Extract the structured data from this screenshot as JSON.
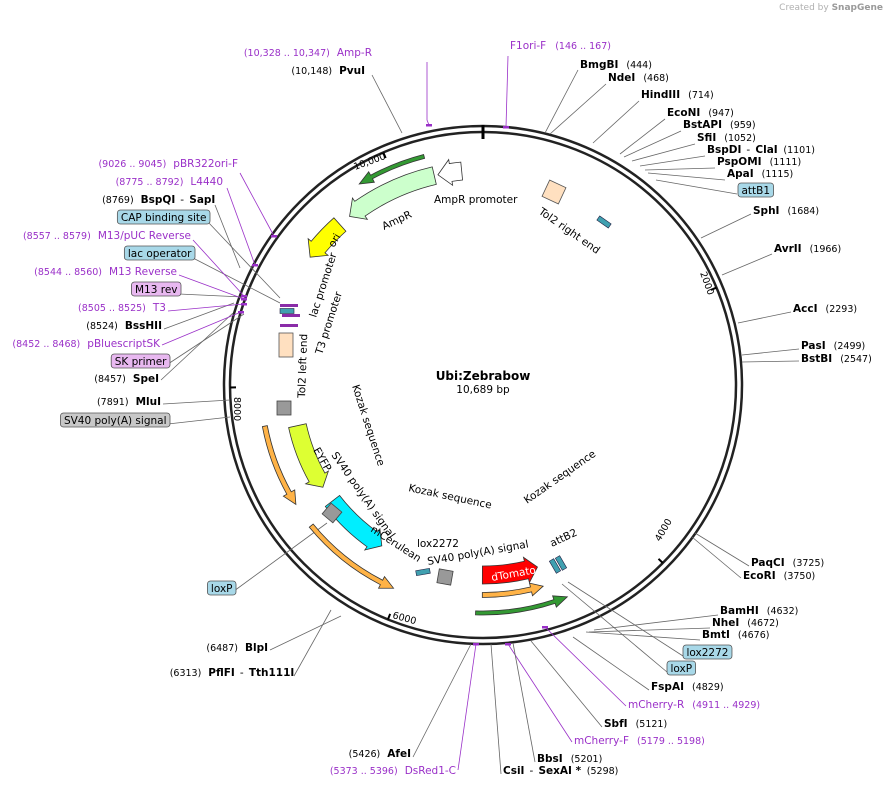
{
  "header": {
    "credit_prefix": "Created by",
    "credit_brand": "SnapGene"
  },
  "plasmid": {
    "name": "Ubi:Zebrabow",
    "length": "10,689 bp"
  },
  "colors": {
    "primer": "#9a30c8",
    "site": "#000000",
    "leader": "#555555",
    "ampr_fill": "#ccffcc",
    "ori_fill": "#ffff00",
    "eyfp_fill": "#ddff33",
    "mcerulean_fill": "#00eeff",
    "dtomato_fill": "#ff0000",
    "promoter_fill": "#ffffff",
    "tol2_fill": "#ffe0c0",
    "kozak_fill": "#999999",
    "orange_arrow": "#ffb347",
    "green_arrow": "#339933"
  },
  "ticks": [
    {
      "label": "2000",
      "bp": 2000
    },
    {
      "label": "4000",
      "bp": 4000
    },
    {
      "label": "6000",
      "bp": 6000
    },
    {
      "label": "8000",
      "bp": 8000
    },
    {
      "label": "10,000",
      "bp": 10000
    }
  ],
  "labels": [
    {
      "id": "ampr-primer",
      "kind": "primer",
      "range": "(10,328 .. 10,347)",
      "name": "Amp-R"
    },
    {
      "id": "pvui",
      "kind": "site",
      "pos": "(10,148)",
      "name": "PvuI"
    },
    {
      "id": "f1ori-f",
      "kind": "primer",
      "range": "(146 .. 167)",
      "name": "F1ori-F"
    },
    {
      "id": "bmgbi",
      "kind": "site",
      "pos": "(444)",
      "name": "BmgBI"
    },
    {
      "id": "ndei",
      "kind": "site",
      "pos": "(468)",
      "name": "NdeI"
    },
    {
      "id": "hindiii",
      "kind": "site",
      "pos": "(714)",
      "name": "HindIII"
    },
    {
      "id": "econi",
      "kind": "site",
      "pos": "(947)",
      "name": "EcoNI"
    },
    {
      "id": "bstapi",
      "kind": "site",
      "pos": "(959)",
      "name": "BstAPI"
    },
    {
      "id": "sfii",
      "kind": "site",
      "pos": "(1052)",
      "name": "SfiI"
    },
    {
      "id": "bspdi-clai",
      "kind": "site",
      "pos": "(1101)",
      "name": "BspDI",
      "name2": "ClaI"
    },
    {
      "id": "pspomi",
      "kind": "site",
      "pos": "(1111)",
      "name": "PspOMI"
    },
    {
      "id": "apai",
      "kind": "site",
      "pos": "(1115)",
      "name": "ApaI"
    },
    {
      "id": "attb1",
      "kind": "feature",
      "name": "attB1"
    },
    {
      "id": "sphi",
      "kind": "site",
      "pos": "(1684)",
      "name": "SphI"
    },
    {
      "id": "avrii",
      "kind": "site",
      "pos": "(1966)",
      "name": "AvrII"
    },
    {
      "id": "acci",
      "kind": "site",
      "pos": "(2293)",
      "name": "AccI"
    },
    {
      "id": "pasi",
      "kind": "site",
      "pos": "(2499)",
      "name": "PasI"
    },
    {
      "id": "bstbi",
      "kind": "site",
      "pos": "(2547)",
      "name": "BstBI"
    },
    {
      "id": "paqci",
      "kind": "site",
      "pos": "(3725)",
      "name": "PaqCI"
    },
    {
      "id": "ecori",
      "kind": "site",
      "pos": "(3750)",
      "name": "EcoRI"
    },
    {
      "id": "bamhi",
      "kind": "site",
      "pos": "(4632)",
      "name": "BamHI"
    },
    {
      "id": "nhei",
      "kind": "site",
      "pos": "(4672)",
      "name": "NheI"
    },
    {
      "id": "bmti",
      "kind": "site",
      "pos": "(4676)",
      "name": "BmtI"
    },
    {
      "id": "lox2272-tag",
      "kind": "feature",
      "name": "lox2272"
    },
    {
      "id": "loxp-tag-right",
      "kind": "feature",
      "name": "loxP"
    },
    {
      "id": "fspai",
      "kind": "site",
      "pos": "(4829)",
      "name": "FspAI"
    },
    {
      "id": "mcherry-r",
      "kind": "primer",
      "range": "(4911 .. 4929)",
      "name": "mCherry-R"
    },
    {
      "id": "sbfi",
      "kind": "site",
      "pos": "(5121)",
      "name": "SbfI"
    },
    {
      "id": "mcherry-f",
      "kind": "primer",
      "range": "(5179 .. 5198)",
      "name": "mCherry-F"
    },
    {
      "id": "bbsi",
      "kind": "site",
      "pos": "(5201)",
      "name": "BbsI"
    },
    {
      "id": "csii-sexai",
      "kind": "site",
      "pos": "(5298)",
      "name": "CsiI",
      "name2": "SexAI *"
    },
    {
      "id": "afei",
      "kind": "site",
      "pos": "(5426)",
      "name": "AfeI"
    },
    {
      "id": "dsred1-c",
      "kind": "primer",
      "range": "(5373 .. 5396)",
      "name": "DsRed1-C"
    },
    {
      "id": "pfifi-tth111i",
      "kind": "site",
      "pos": "(6313)",
      "name": "PflFI",
      "name2": "Tth111I"
    },
    {
      "id": "blpi",
      "kind": "site",
      "pos": "(6487)",
      "name": "BlpI"
    },
    {
      "id": "loxp-tag-left",
      "kind": "feature",
      "name": "loxP"
    },
    {
      "id": "sv40-tag",
      "kind": "featuregray",
      "name": "SV40 poly(A) signal"
    },
    {
      "id": "mlui",
      "kind": "site",
      "pos": "(7891)",
      "name": "MluI"
    },
    {
      "id": "spei",
      "kind": "site",
      "pos": "(8457)",
      "name": "SpeI"
    },
    {
      "id": "sk-primer",
      "kind": "featurepurple",
      "name": "SK primer"
    },
    {
      "id": "pbluescriptsk",
      "kind": "primer",
      "range": "(8452 .. 8468)",
      "name": "pBluescriptSK"
    },
    {
      "id": "bsshii",
      "kind": "site",
      "pos": "(8524)",
      "name": "BssHII"
    },
    {
      "id": "t3",
      "kind": "primer",
      "range": "(8505 .. 8525)",
      "name": "T3"
    },
    {
      "id": "m13rev",
      "kind": "featurepurple",
      "name": "M13 rev"
    },
    {
      "id": "m13reverse",
      "kind": "primer",
      "range": "(8544 .. 8560)",
      "name": "M13 Reverse"
    },
    {
      "id": "lac-operator",
      "kind": "feature",
      "name": "lac operator"
    },
    {
      "id": "m13puc",
      "kind": "primer",
      "range": "(8557 .. 8579)",
      "name": "M13/pUC Reverse"
    },
    {
      "id": "cap-site",
      "kind": "feature",
      "name": "CAP binding site"
    },
    {
      "id": "bspqi-sapi",
      "kind": "site",
      "pos": "(8769)",
      "name": "BspQI",
      "name2": "SapI"
    },
    {
      "id": "l4440",
      "kind": "primer",
      "range": "(8775 .. 8792)",
      "name": "L4440"
    },
    {
      "id": "pbr322ori-f",
      "kind": "primer",
      "range": "(9026 .. 9045)",
      "name": "pBR322ori-F"
    }
  ],
  "features": [
    {
      "id": "ampr-promoter",
      "text": "AmpR promoter"
    },
    {
      "id": "ampr",
      "text": "AmpR"
    },
    {
      "id": "ori",
      "text": "ori"
    },
    {
      "id": "tol2-right",
      "text": "Tol2 right end"
    },
    {
      "id": "lac-promoter",
      "text": "lac promoter"
    },
    {
      "id": "t3-promoter",
      "text": "T3 promoter"
    },
    {
      "id": "tol2-left",
      "text": "Tol2 left end"
    },
    {
      "id": "kozak-1",
      "text": "Kozak sequence"
    },
    {
      "id": "kozak-2",
      "text": "Kozak sequence"
    },
    {
      "id": "kozak-3",
      "text": "Kozak sequence"
    },
    {
      "id": "sv40-left",
      "text": "SV40 poly(A) signal"
    },
    {
      "id": "eyfp",
      "text": "EYFP"
    },
    {
      "id": "mcerulean",
      "text": "mCerulean"
    },
    {
      "id": "lox2272-inner",
      "text": "lox2272"
    },
    {
      "id": "sv40-right",
      "text": "SV40 poly(A) signal"
    },
    {
      "id": "attb2",
      "text": "attB2"
    },
    {
      "id": "dtomato",
      "text": "dTomato"
    }
  ]
}
